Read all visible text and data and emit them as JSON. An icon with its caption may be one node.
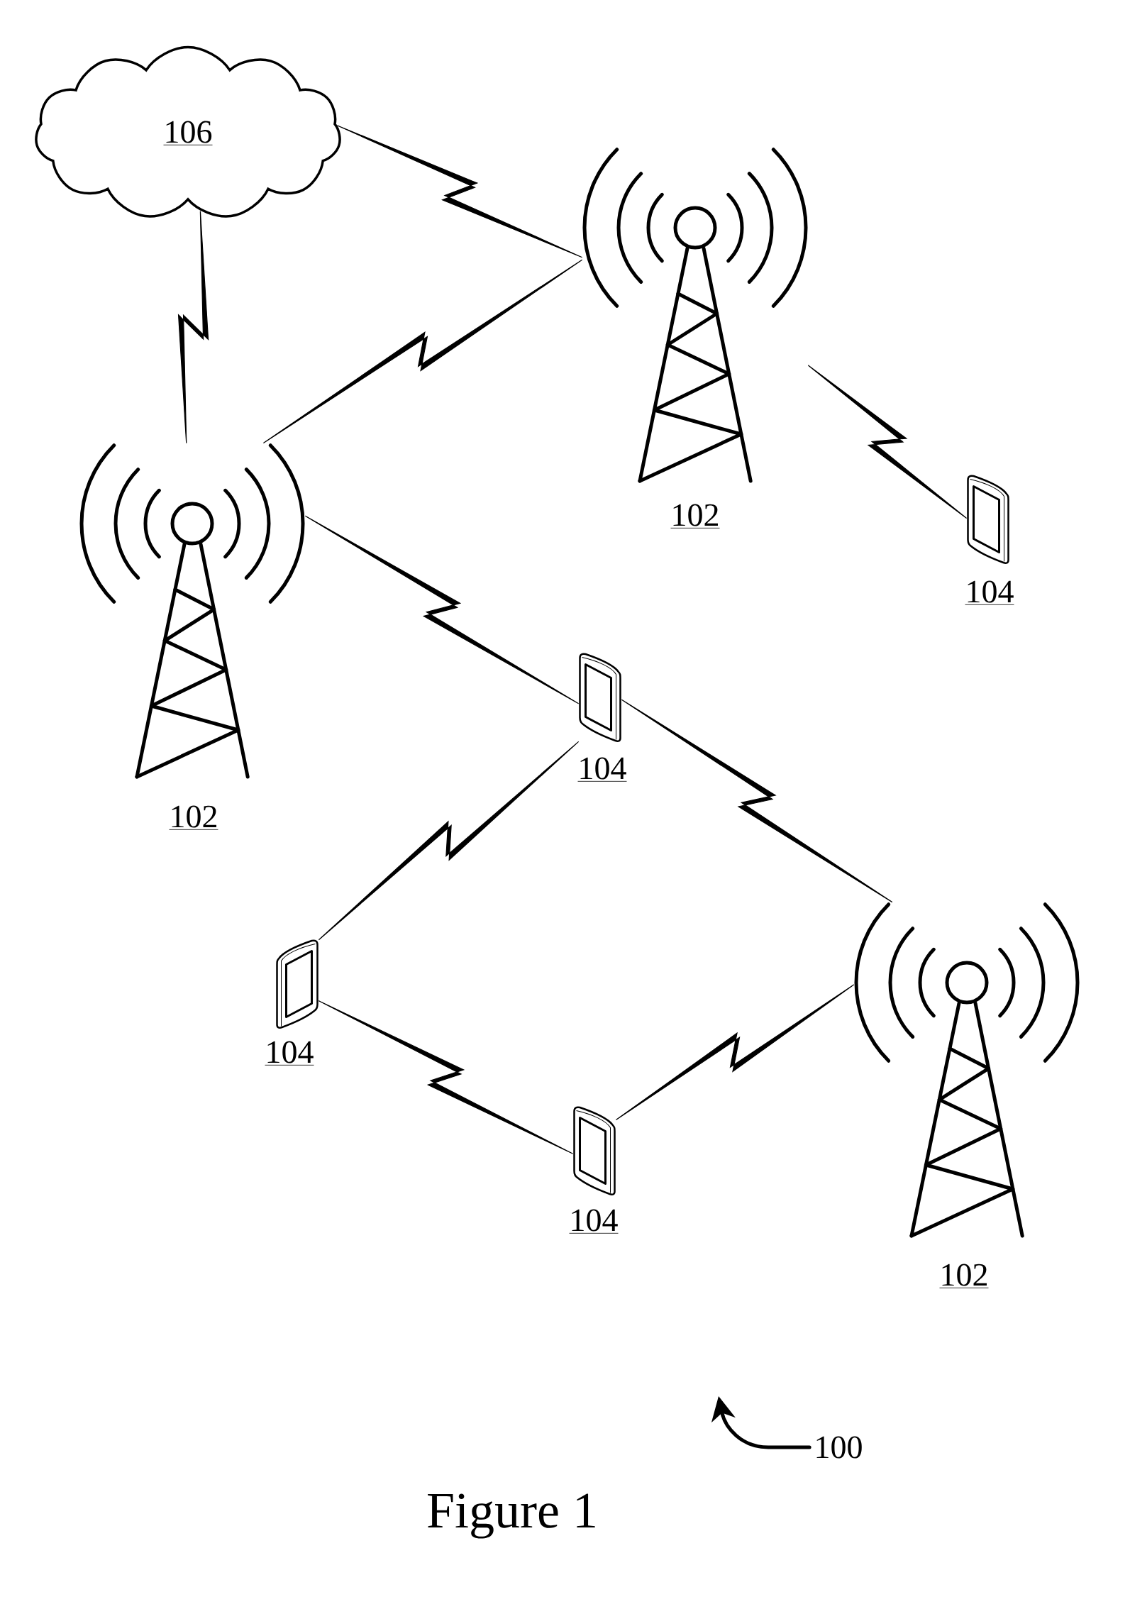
{
  "diagram": {
    "caption": "Figure 1",
    "nodes": [
      {
        "text": [
          "106"
        ]
      },
      {
        "text": [],
        "shape": "picture",
        "beside": [
          "102"
        ]
      },
      {
        "text": [],
        "shape": "picture",
        "beside": [
          "102"
        ]
      },
      {
        "text": [],
        "shape": "picture",
        "beside": [
          "104"
        ]
      },
      {
        "text": [],
        "shape": "picture",
        "beside": [
          "104"
        ]
      },
      {
        "text": [],
        "shape": "picture",
        "beside": [
          "104"
        ]
      },
      {
        "text": [],
        "shape": "picture",
        "beside": [
          "102"
        ]
      },
      {
        "text": [],
        "shape": "picture",
        "beside": [
          "104"
        ]
      },
      {
        "text": [
          "100"
        ]
      }
    ],
    "edges": [
      {
        "from": 0,
        "to": 1,
        "arrow": "none"
      },
      {
        "from": 0,
        "to": 2,
        "arrow": "none"
      },
      {
        "from": 2,
        "to": 1,
        "arrow": "none"
      },
      {
        "from": 1,
        "to": 3,
        "arrow": "none"
      },
      {
        "from": 2,
        "to": 4,
        "arrow": "none"
      },
      {
        "from": 4,
        "to": 6,
        "arrow": "none"
      },
      {
        "from": 4,
        "to": 5,
        "arrow": "none"
      },
      {
        "from": 5,
        "to": 7,
        "arrow": "none"
      },
      {
        "from": 7,
        "to": 6,
        "arrow": "none"
      },
      {
        "from": 8,
        "to": null,
        "arrow": "to",
        "style": "thick"
      }
    ]
  }
}
